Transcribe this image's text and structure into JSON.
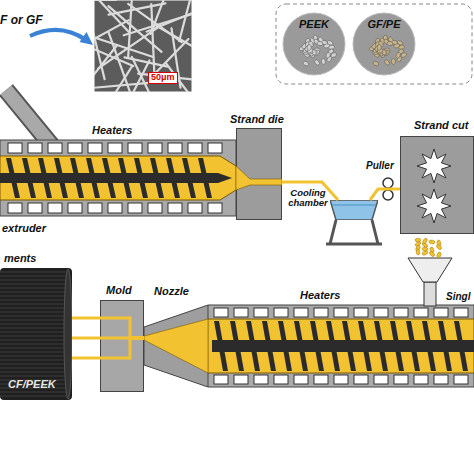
{
  "diagram": {
    "nodes": [
      {
        "text": [
          "50μm"
        ]
      },
      {
        "text": [
          "PEEK"
        ]
      },
      {
        "text": [
          "GF/PE"
        ]
      },
      {
        "text": [
          "Strand die"
        ]
      },
      {
        "text": [
          "Cooling chamber"
        ]
      },
      {
        "text": [
          "Strand cut"
        ]
      },
      {
        "text": [
          "Mold"
        ]
      },
      {
        "text": [
          "Nozzle"
        ]
      },
      {
        "text": [
          "ments",
          "CF/PEEK"
        ]
      }
    ],
    "edges": [
      {
        "from": 3,
        "to": 4,
        "arrow": "none"
      },
      {
        "from": 4,
        "to": 5,
        "arrow": "none"
      },
      {
        "from": 6,
        "to": 8,
        "arrow": "none"
      },
      {
        "from": 6,
        "to": 8,
        "arrow": "none"
      },
      {
        "from": 6,
        "to": 8,
        "arrow": "none"
      }
    ],
    "labels": [
      "F or GF",
      "Heaters",
      "extruder",
      "Puller",
      "Heaters",
      "Singl"
    ]
  }
}
